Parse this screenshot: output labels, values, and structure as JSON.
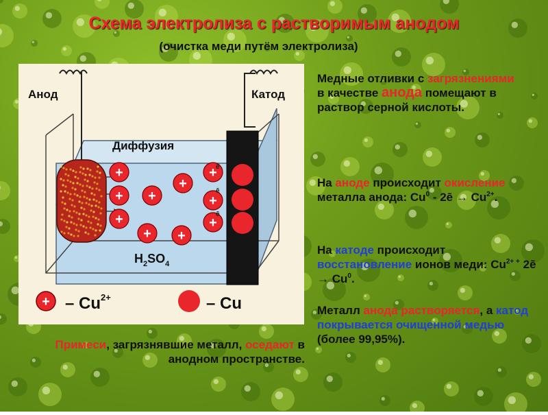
{
  "title": "Схема электролиза с растворимым анодом",
  "subtitle": "(очистка меди путём электролиза)",
  "diagram": {
    "anode_label": "Анод",
    "cathode_label": "Катод",
    "diffusion_label": "Диффузия",
    "electrolyte": {
      "main": "H",
      "sub1": "2",
      "mid": "SO",
      "sub2": "4"
    },
    "ion_symbol": "+",
    "electron_label": "ē",
    "legend": {
      "ion_text": "– Cu",
      "ion_charge": "2+",
      "atom_text": "– Cu"
    },
    "colors": {
      "ion": "#e8262b",
      "solution": "#bcd8ec",
      "anode": "#b7261c",
      "cathode": "#151515"
    }
  },
  "text": {
    "para1": {
      "a": "Медные отливки с ",
      "b": "загрязнениями",
      "c": " в качестве ",
      "d": "анода",
      "e": " помещают в раствор серной кислоты."
    },
    "para2": {
      "a": "На ",
      "b": "аноде",
      "c": " происходит ",
      "d": "окисление",
      "e": " металла анода: Cu",
      "f": "0",
      "g": " - 2ē → Cu",
      "h": "2+",
      "i": "."
    },
    "para3": {
      "a": "На ",
      "b": "катоде",
      "c": " происходит ",
      "d": "восстановление",
      "e": " ионов меди: Cu",
      "f": "2+ +",
      "g": " 2ē → Cu",
      "h": "0",
      "i": "."
    },
    "para4": {
      "a": "Металл ",
      "b": "анода",
      "c": " ",
      "d": "растворяется",
      "e": ", а ",
      "f": "катод",
      "g": " ",
      "h": "покрывается очищенной медью",
      "i": " (более 99,95%)."
    },
    "note": {
      "a": "Примеси",
      "b": ", загрязнявшие металл, ",
      "c": "оседают",
      "d": " в анодном пространстве."
    }
  }
}
